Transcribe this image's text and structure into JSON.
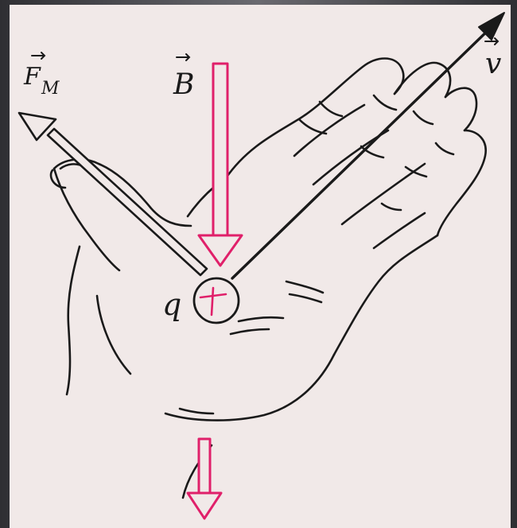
{
  "diagram": {
    "labels": {
      "force": "F",
      "force_subscript": "M",
      "field": "B",
      "velocity": "v",
      "charge": "q",
      "charge_sign": "+"
    },
    "colors": {
      "paper": "#f1e9e8",
      "ink": "#1a1a1a",
      "field_arrow": "#e0206a",
      "frame": "#4a4a4e"
    }
  }
}
